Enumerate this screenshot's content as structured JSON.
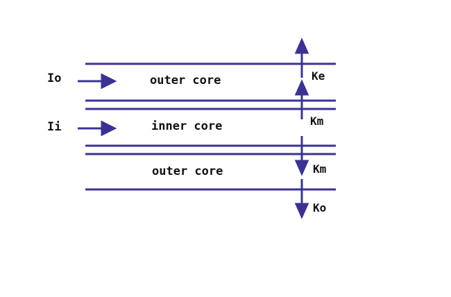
{
  "colors": {
    "line": "#3a3394",
    "text": "#111111",
    "background": "#ffffff"
  },
  "labels": {
    "io": "Io",
    "ii": "Ii",
    "outer_core_top": "outer core",
    "inner_core": "inner core",
    "outer_core_bottom": "outer core",
    "ke": "Ke",
    "km_upper": "Km",
    "km_lower": "Km",
    "ko": "Ko"
  }
}
